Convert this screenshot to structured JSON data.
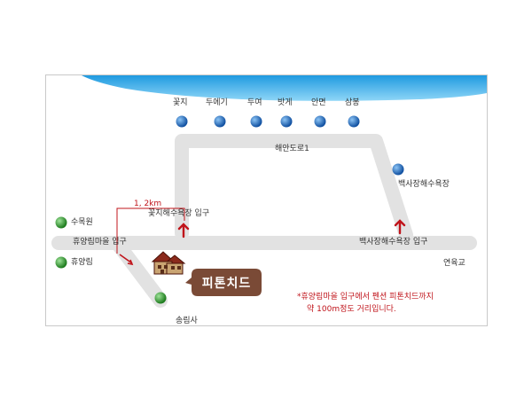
{
  "stops_top": [
    "꽃지",
    "두에기",
    "두여",
    "밧게",
    "안면",
    "삼봉"
  ],
  "roads": {
    "coastal": "해안도로1",
    "main_entry": "휴양림마을 입구",
    "kkotji_entry": "꽃지해수욕장 입구",
    "baeksajang_entry": "백사장해수욕장 입구",
    "yeonyukgyo": "연육교"
  },
  "places": {
    "sumokwon": "수목원",
    "hyuyangrim": "휴양림",
    "songrimsa": "송림사",
    "baeksajang_beach": "백사장해수욕장"
  },
  "distance_label": "1, 2km",
  "destination": "피톤치드",
  "note": {
    "line1": "*휴양림마을 입구에서 펜션 피톤치드까지",
    "line2": "약 100m정도 거리입니다."
  },
  "colors": {
    "road": "#e2e2e2",
    "sky": "#3aaee8",
    "blue_dot": "#1f6fc2",
    "green_dot": "#2e9a2e",
    "accent_red": "#c0141b",
    "callout": "#7a4a36"
  }
}
